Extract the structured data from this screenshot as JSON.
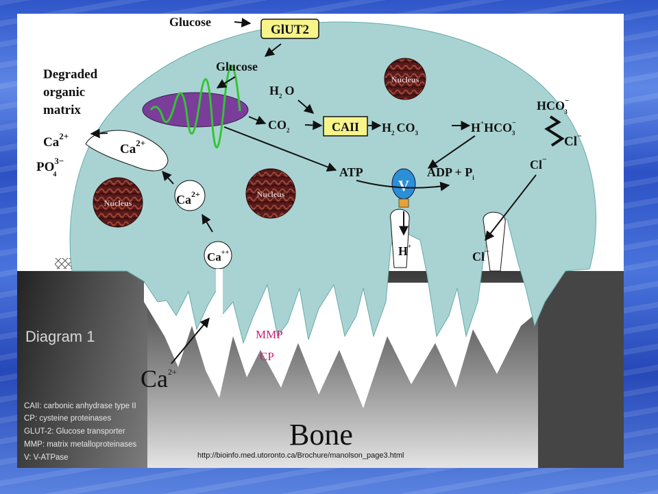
{
  "labels": {
    "glucose_top": "Glucose",
    "glut2": "GlUT2",
    "glucose_inner": "Glucose",
    "nucleus": "Nucleus",
    "degraded": [
      "Degraded",
      "organic",
      "matrix"
    ],
    "ca": "Ca",
    "ca_sup": "2+",
    "po": "PO",
    "po_sup": "3−",
    "po_sub": "4",
    "ca_vesicle": "Ca",
    "ca_vesicle_sup": "2+",
    "ca_low": "Ca",
    "ca_low_sup": "++",
    "h": "H",
    "h_sub": "2",
    "o": "O",
    "co": "CO",
    "co_sub": "2",
    "caii": "CAII",
    "h2co3_h": "H",
    "h2co3_sub1": "2",
    "h2co3_co": "CO",
    "h2co3_sub2": "3",
    "h_plus": "H",
    "h_plus_sup": "+",
    "hco3_mid": "HCO",
    "hco3_mid_sup": "−",
    "hco3_mid_sub": "3",
    "hco3_right": "HCO",
    "hco3_right_sup": "−",
    "hco3_right_sub": "3",
    "cl_right": "Cl",
    "cl_right_sup": "−",
    "cl_mid": "Cl",
    "cl_mid_sup": "−",
    "cl_bottom": "Cl",
    "cl_bottom_sup": "−",
    "atp": "ATP",
    "adp": "ADP + P",
    "adp_sub": "i",
    "v": "V",
    "h_bottom": "H",
    "h_bottom_sup": "+",
    "mmp": "MMP",
    "cp": "CP",
    "ca_big": "Ca",
    "ca_big_sup": "2+",
    "diagram_title": "Diagram 1",
    "bone": "Bone",
    "url": "http://bioinfo.med.utoronto.ca/Brochure/manolson_page3.html"
  },
  "legend": [
    "CAII: carbonic anhydrase type II",
    "CP: cysteine proteinases",
    "GLUT-2: Glucose transporter",
    "MMP: matrix metalloproteinases",
    "V: V-ATPase"
  ],
  "colors": {
    "cell": "#a9d3d2",
    "nucleus": "#5a1a1a",
    "mito_outer": "#7a3d9a",
    "mito_inner": "#33c533",
    "label_box": "#f7f48a",
    "v_atpase": "#2b8fd6",
    "pink": "#d11a72"
  }
}
